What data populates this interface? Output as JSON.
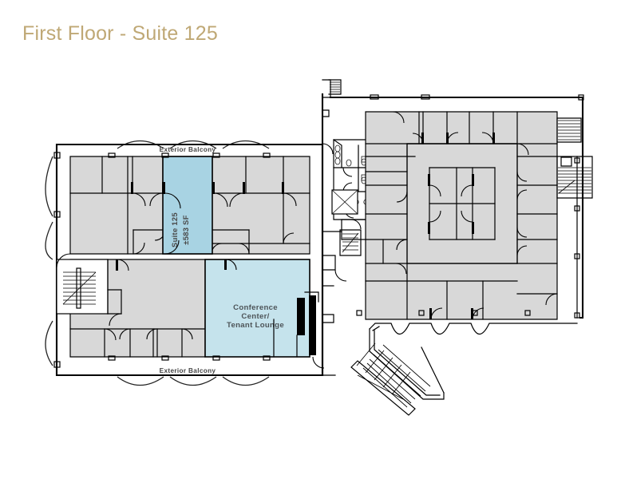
{
  "page": {
    "title": "First Floor - Suite 125",
    "title_color": "#bfa875",
    "background": "#ffffff"
  },
  "plan": {
    "type": "floor-plan",
    "drawing_colors": {
      "wall_stroke": "#000000",
      "room_fill": "#d8d8d8",
      "highlight_suite_fill": "#a8d3e3",
      "amenity_fill": "#c5e3ec",
      "label_text": "#444444"
    },
    "labels": {
      "suite_name": "Suite 125",
      "suite_area": "±583 SF",
      "amenity_line1": "Conference",
      "amenity_line2": "Center/",
      "amenity_line3": "Tenant Lounge",
      "balcony_top": "Exterior Balcony",
      "balcony_bottom": "Exterior Balcony"
    },
    "spaces": [
      {
        "name": "Suite 125",
        "area": "±583 SF",
        "fill": "#a8d3e3",
        "highlighted": true
      },
      {
        "name": "Conference Center/Tenant Lounge",
        "area": "",
        "fill": "#c5e3ec",
        "highlighted": false
      },
      {
        "name": "Exterior Balcony (north)",
        "area": "",
        "fill": "#ffffff",
        "highlighted": false
      },
      {
        "name": "Exterior Balcony (south)",
        "area": "",
        "fill": "#ffffff",
        "highlighted": false
      }
    ]
  }
}
